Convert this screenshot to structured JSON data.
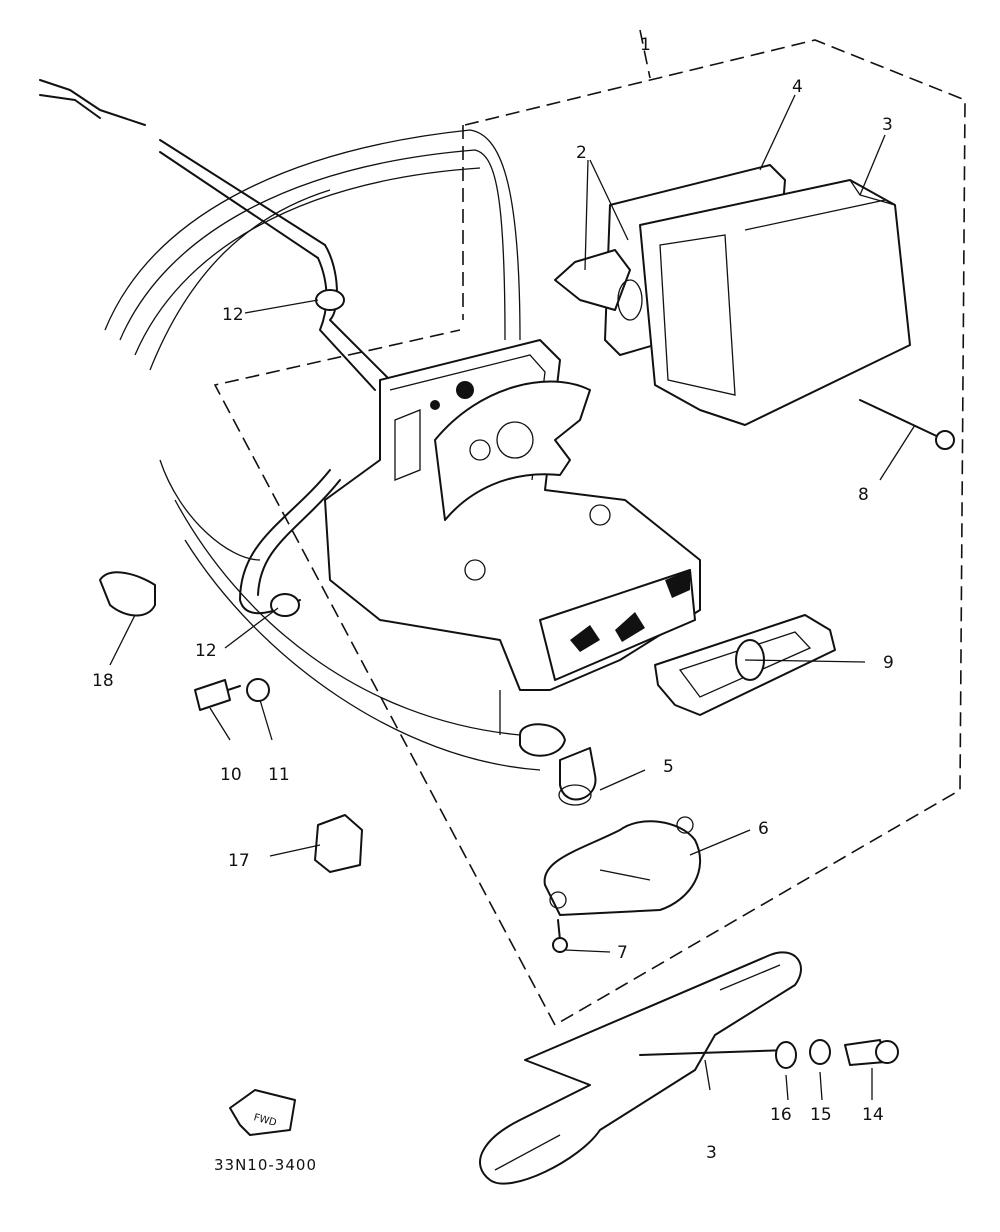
{
  "diagram": {
    "part_code": "33N10-3400",
    "front_badge": "FWD",
    "callouts": [
      {
        "id": "c1",
        "label": "1"
      },
      {
        "id": "c2",
        "label": "2"
      },
      {
        "id": "c3a",
        "label": "3"
      },
      {
        "id": "c4",
        "label": "4"
      },
      {
        "id": "c5",
        "label": "5"
      },
      {
        "id": "c6",
        "label": "6"
      },
      {
        "id": "c7",
        "label": "7"
      },
      {
        "id": "c8",
        "label": "8"
      },
      {
        "id": "c9",
        "label": "9"
      },
      {
        "id": "c10",
        "label": "10"
      },
      {
        "id": "c11",
        "label": "11"
      },
      {
        "id": "c12a",
        "label": "12"
      },
      {
        "id": "c12b",
        "label": "12"
      },
      {
        "id": "c3b",
        "label": "3"
      },
      {
        "id": "c14",
        "label": "14"
      },
      {
        "id": "c15",
        "label": "15"
      },
      {
        "id": "c16",
        "label": "16"
      },
      {
        "id": "c17",
        "label": "17"
      },
      {
        "id": "c18",
        "label": "18"
      }
    ]
  }
}
